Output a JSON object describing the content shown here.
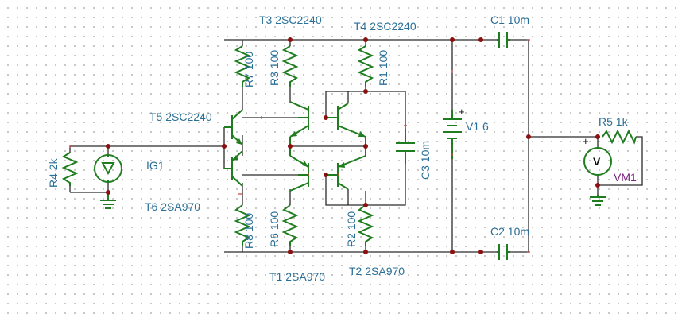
{
  "labels": {
    "t3": "T3 2SC2240",
    "t4": "T4 2SC2240",
    "c1": "C1 10m",
    "r7": "R7 100",
    "r3": "R3 100",
    "r1": "R1 100",
    "t5": "T5 2SC2240",
    "v1": "V1 6",
    "r5": "R5 1k",
    "ig1": "IG1",
    "r4": "R4 2k",
    "c3": "C3 10m",
    "vm1": "VM1",
    "t6": "T6 2SA970",
    "r8": "R8 100",
    "r6": "R6 100",
    "r2": "R2 100",
    "c2": "C2 10m",
    "t1": "T1 2SA970",
    "t2": "T2 2SA970"
  },
  "symbols": {
    "voltmeter": "V",
    "plus": "+"
  },
  "colors": {
    "component": "#1e7d1e",
    "wire": "#2b2b2b",
    "label": "#2a6f97",
    "meter_label": "#7a2080",
    "node": "#8b1010"
  }
}
